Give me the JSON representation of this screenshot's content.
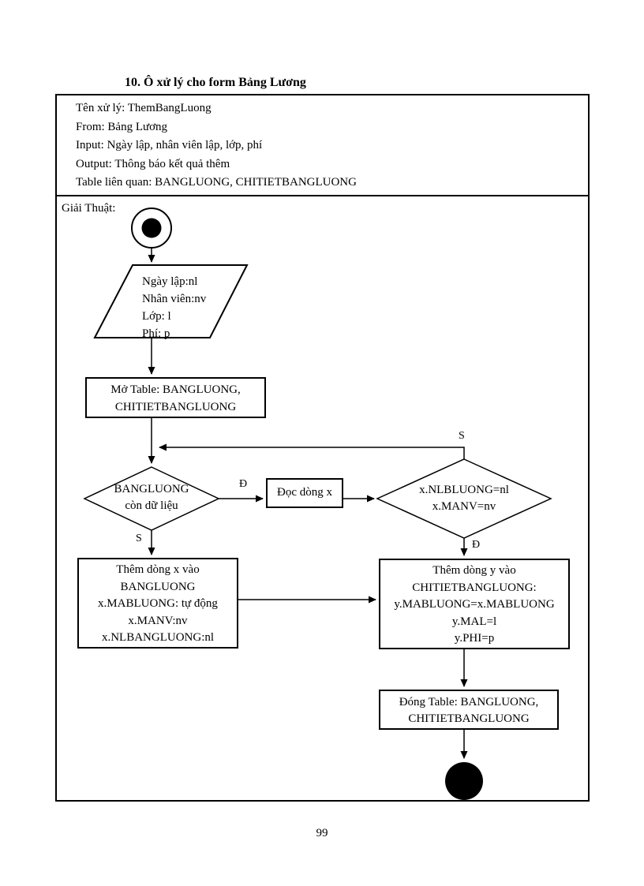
{
  "page": {
    "title": "10. Ô xử lý cho form Bảng Lương",
    "page_number": "99"
  },
  "info": {
    "lines": [
      "Tên xử lý: ThemBangLuong",
      "From: Bảng Lương",
      "Input: Ngày lập, nhân viên lập, lớp, phí",
      "Output: Thông báo kết quả thêm",
      "Table liên quan: BANGLUONG, CHITIETBANGLUONG"
    ]
  },
  "flow": {
    "section_label": "Giải Thuật:",
    "input_parallelogram": {
      "lines": [
        "Ngày lập:nl",
        "Nhân viên:nv",
        "Lớp: l",
        "Phí: p"
      ]
    },
    "open_table": {
      "lines": [
        "Mở Table: BANGLUONG,",
        "CHITIETBANGLUONG"
      ]
    },
    "decision_left": {
      "lines": [
        "BANGLUONG",
        "còn dữ liệu"
      ]
    },
    "read_row": {
      "label": "Đọc dòng x"
    },
    "decision_right": {
      "lines": [
        "x.NLBLUONG=nl",
        "x.MANV=nv"
      ]
    },
    "branch_labels": {
      "left_true": "Đ",
      "left_false": "S",
      "right_false": "S",
      "right_true": "Đ"
    },
    "add_x": {
      "lines": [
        "Thêm dòng x vào",
        "BANGLUONG",
        "x.MABLUONG: tự động",
        "x.MANV:nv",
        "x.NLBANGLUONG:nl"
      ]
    },
    "add_y": {
      "lines": [
        "Thêm dòng y vào",
        "CHITIETBANGLUONG:",
        "y.MABLUONG=x.MABLUONG",
        "y.MAL=l",
        "y.PHI=p"
      ]
    },
    "close_table": {
      "lines": [
        "Đóng Table: BANGLUONG,",
        "CHITIETBANGLUONG"
      ]
    }
  },
  "colors": {
    "ink": "#000000",
    "paper": "#ffffff"
  }
}
